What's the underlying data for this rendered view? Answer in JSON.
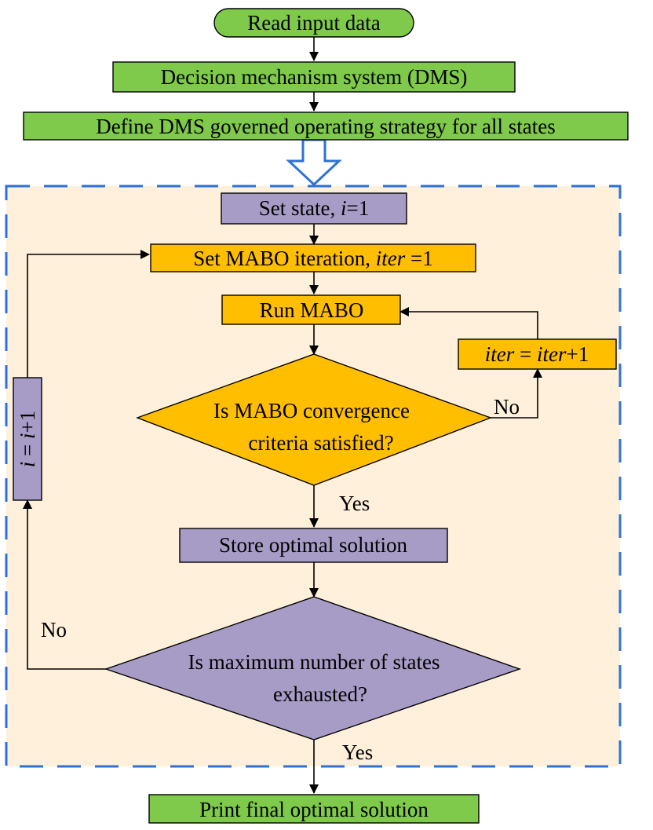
{
  "colors": {
    "green": "#7FCA4A",
    "orange": "#FFBF00",
    "purple": "#A79CC6",
    "region_fill": "#FEF0DA",
    "region_border": "#2E72D6",
    "big_arrow": "#2E72D6"
  },
  "nodes": {
    "read_input": "Read input data",
    "dms": "Decision mechanism system (DMS)",
    "define_strategy": "Define DMS governed operating strategy for all states",
    "set_state": {
      "prefix": "Set state, ",
      "var": "i",
      "suffix": "=1"
    },
    "set_iter": {
      "prefix": "Set MABO iteration, ",
      "var": "iter",
      "suffix": " =1"
    },
    "run_mabo": "Run MABO",
    "iter_increment": {
      "var1": "iter",
      "mid": " = ",
      "var2": "iter",
      "suffix": "+1"
    },
    "convergence_q": {
      "line1": "Is MABO convergence",
      "line2": "criteria satisfied?"
    },
    "store": "Store optimal solution",
    "max_states_q": {
      "line1": "Is maximum number of states",
      "line2": "exhausted?"
    },
    "i_increment": {
      "var1": "i",
      "mid": " = ",
      "var2": "i",
      "suffix": "+1"
    },
    "print_final": "Print final optimal solution"
  },
  "edge_labels": {
    "convergence_no": "No",
    "convergence_yes": "Yes",
    "states_no": "No",
    "states_yes": "Yes"
  }
}
